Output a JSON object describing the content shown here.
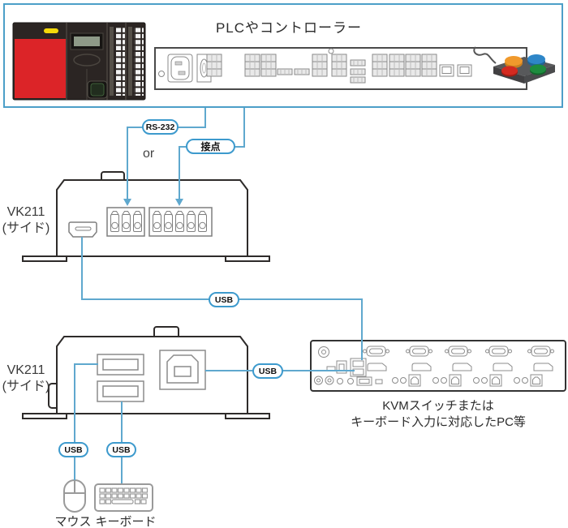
{
  "diagram": {
    "top_box": {
      "title": "PLCやコントローラー"
    },
    "connection_labels": {
      "rs232": "RS-232",
      "contact": "接点",
      "or": "or",
      "usb": "USB"
    },
    "devices": {
      "device1": {
        "name": "VK211",
        "name_suffix": "(サイド)"
      },
      "device2": {
        "name": "VK211",
        "name_suffix": "(サイド)"
      },
      "kvm": {
        "caption_line1": "KVMスイッチまたは",
        "caption_line2": "キーボード入力に対応したPC等"
      },
      "mouse": {
        "label": "マウス"
      },
      "keyboard": {
        "label": "キーボード"
      }
    },
    "icons": [
      "plc-icon",
      "controller-rear-panel-icon",
      "pushbutton-box-icon",
      "hdmi-port-icon",
      "terminal-block-3pin-icon",
      "terminal-block-5pin-icon",
      "usb-a-port-icon",
      "usb-b-port-icon",
      "kvm-switch-rear-icon",
      "mouse-icon",
      "keyboard-icon"
    ],
    "colors": {
      "line_blue": "#5fa8ce",
      "pill_border": "#3d9acd",
      "top_box_border": "#4c9fc8",
      "device_outline": "#2e2b2a",
      "port_gray": "#8c8c8c",
      "plc_red": "#dc2428",
      "plc_body": "#2b2523",
      "led_yellow": "#f5d90a",
      "button_orange": "#f0992c",
      "button_blue": "#2e86c8",
      "button_red": "#d42a20",
      "button_green": "#1d8c3e"
    }
  }
}
